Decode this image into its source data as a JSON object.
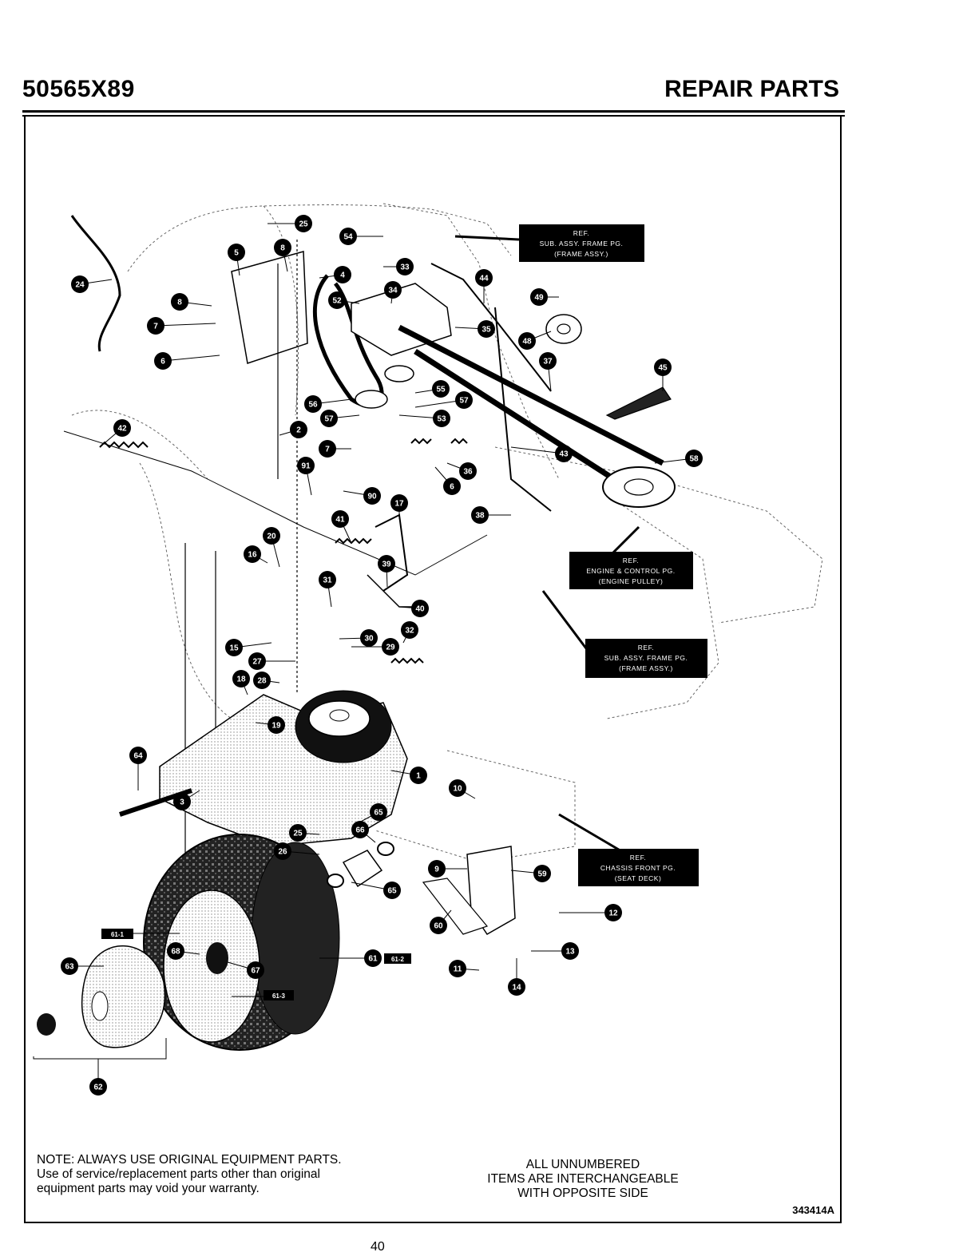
{
  "header": {
    "model": "50565X89",
    "section": "REPAIR PARTS"
  },
  "callouts": [
    "1",
    "2",
    "3",
    "4",
    "5",
    "6",
    "6",
    "7",
    "7",
    "8",
    "8",
    "9",
    "10",
    "11",
    "12",
    "13",
    "14",
    "15",
    "16",
    "17",
    "18",
    "19",
    "20",
    "24",
    "25",
    "25",
    "26",
    "27",
    "28",
    "29",
    "30",
    "31",
    "32",
    "33",
    "34",
    "35",
    "36",
    "37",
    "38",
    "39",
    "40",
    "41",
    "42",
    "43",
    "44",
    "45",
    "48",
    "49",
    "52",
    "53",
    "54",
    "55",
    "56",
    "57",
    "57",
    "58",
    "59",
    "60",
    "61",
    "62",
    "63",
    "64",
    "65",
    "65",
    "66",
    "67",
    "68",
    "90",
    "91"
  ],
  "refs": {
    "frame_top": {
      "line1": "REF.",
      "line2": "SUB. ASSY. FRAME PG.",
      "line3": "(FRAME ASSY.)"
    },
    "engine": {
      "line1": "REF.",
      "line2": "ENGINE & CONTROL PG.",
      "line3": "(ENGINE PULLEY)"
    },
    "frame_mid": {
      "line1": "REF.",
      "line2": "SUB. ASSY. FRAME PG.",
      "line3": "(FRAME ASSY.)"
    },
    "chassis": {
      "line1": "REF.",
      "line2": "CHASSIS FRONT PG.",
      "line3": "(SEAT DECK)"
    }
  },
  "wheel_tags": {
    "t1": "61-1",
    "t2": "61-2",
    "t3": "61-3"
  },
  "note": {
    "line1": "NOTE: ALWAYS USE ORIGINAL EQUIPMENT PARTS.",
    "line2": "Use of service/replacement parts other than original",
    "line3": "equipment parts may void your warranty."
  },
  "interchange": {
    "line1": "ALL UNNUMBERED",
    "line2": "ITEMS ARE INTERCHANGEABLE",
    "line3": "WITH OPPOSITE SIDE"
  },
  "drawing_number": "343414A",
  "page_number": "40"
}
